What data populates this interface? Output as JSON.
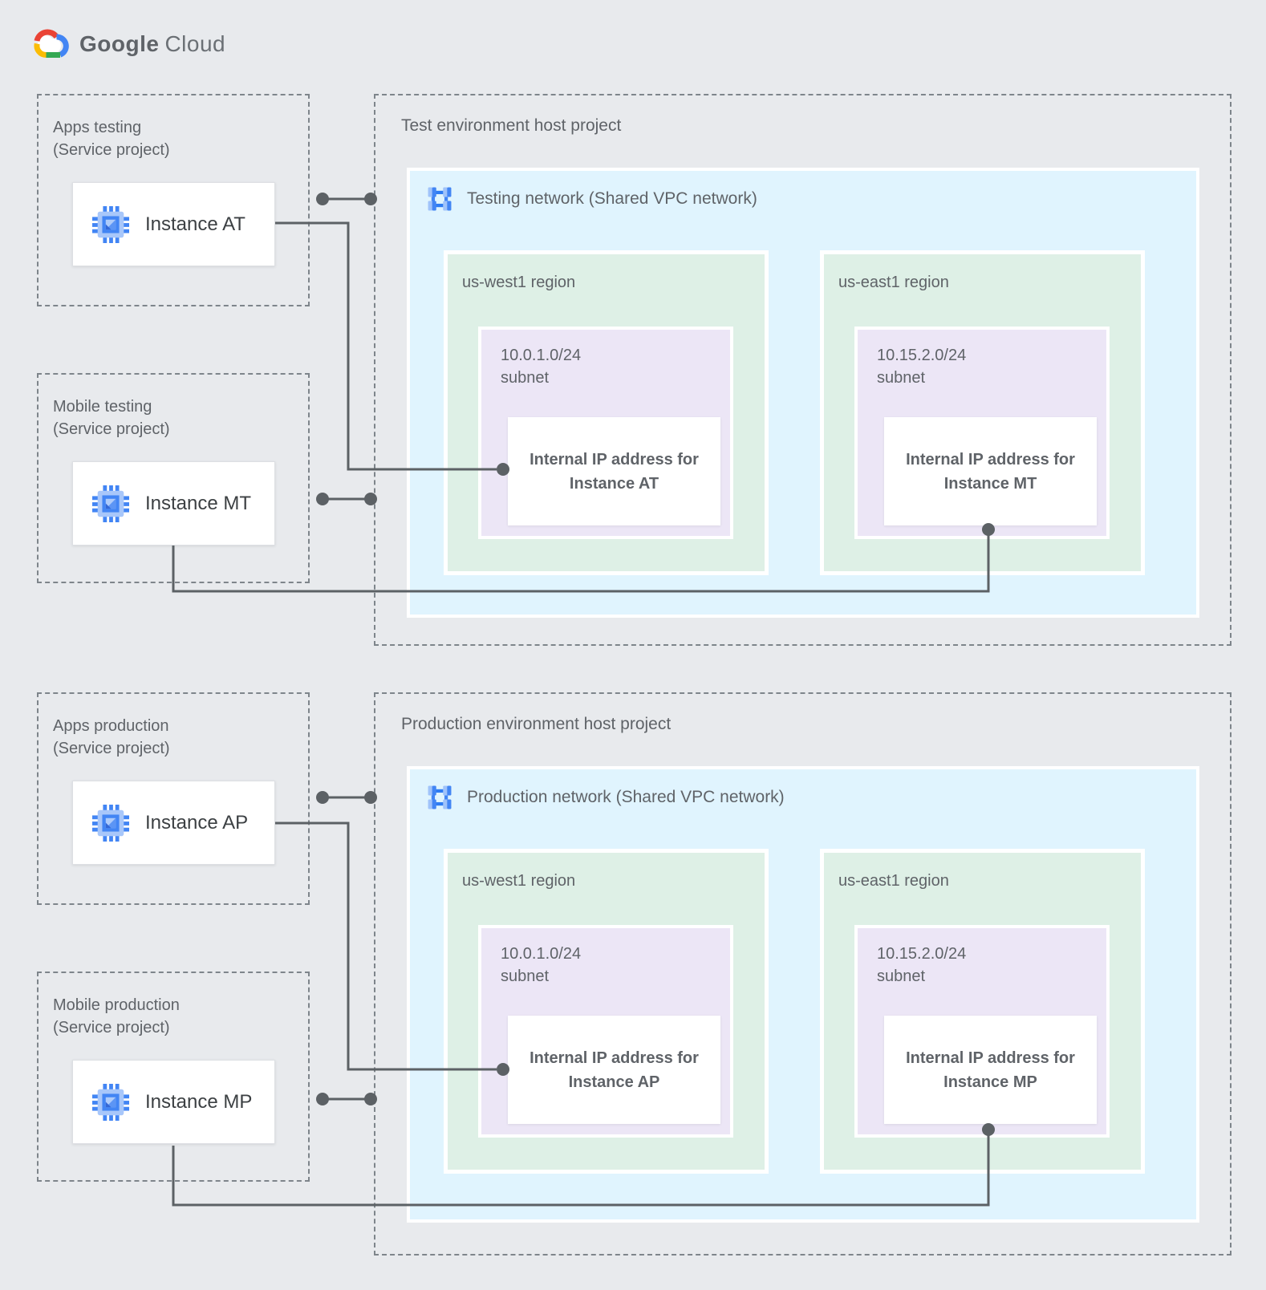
{
  "logo": {
    "brand": "Google",
    "product": "Cloud"
  },
  "colors": {
    "canvas_bg": "#E8EAED",
    "network_bg": "#E0F4FE",
    "region_bg": "#DEF0E6",
    "subnet_bg": "#ECE6F6",
    "connector": "#5C6165",
    "google_blue": "#4285F4",
    "google_red": "#EA4335",
    "google_yellow": "#FBBC04",
    "google_green": "#34A853"
  },
  "groups": [
    {
      "host_title": "Test environment host project",
      "network_label": "Testing network (Shared VPC network)",
      "service_projects": [
        {
          "title": "Apps testing",
          "subtitle": "(Service project)",
          "instance": "Instance AT"
        },
        {
          "title": "Mobile testing",
          "subtitle": "(Service project)",
          "instance": "Instance MT"
        }
      ],
      "regions": [
        {
          "label": "us-west1 region",
          "subnet_cidr": "10.0.1.0/24",
          "subnet_word": "subnet",
          "ip_line1": "Internal IP address for",
          "ip_line2": "Instance AT"
        },
        {
          "label": "us-east1 region",
          "subnet_cidr": "10.15.2.0/24",
          "subnet_word": "subnet",
          "ip_line1": "Internal IP address for",
          "ip_line2": "Instance MT"
        }
      ]
    },
    {
      "host_title": "Production environment host project",
      "network_label": "Production network (Shared VPC network)",
      "service_projects": [
        {
          "title": "Apps production",
          "subtitle": "(Service project)",
          "instance": "Instance AP"
        },
        {
          "title": "Mobile production",
          "subtitle": "(Service project)",
          "instance": "Instance MP"
        }
      ],
      "regions": [
        {
          "label": "us-west1 region",
          "subnet_cidr": "10.0.1.0/24",
          "subnet_word": "subnet",
          "ip_line1": "Internal IP address for",
          "ip_line2": "Instance AP"
        },
        {
          "label": "us-east1 region",
          "subnet_cidr": "10.15.2.0/24",
          "subnet_word": "subnet",
          "ip_line1": "Internal IP address for",
          "ip_line2": "Instance MP"
        }
      ]
    }
  ]
}
